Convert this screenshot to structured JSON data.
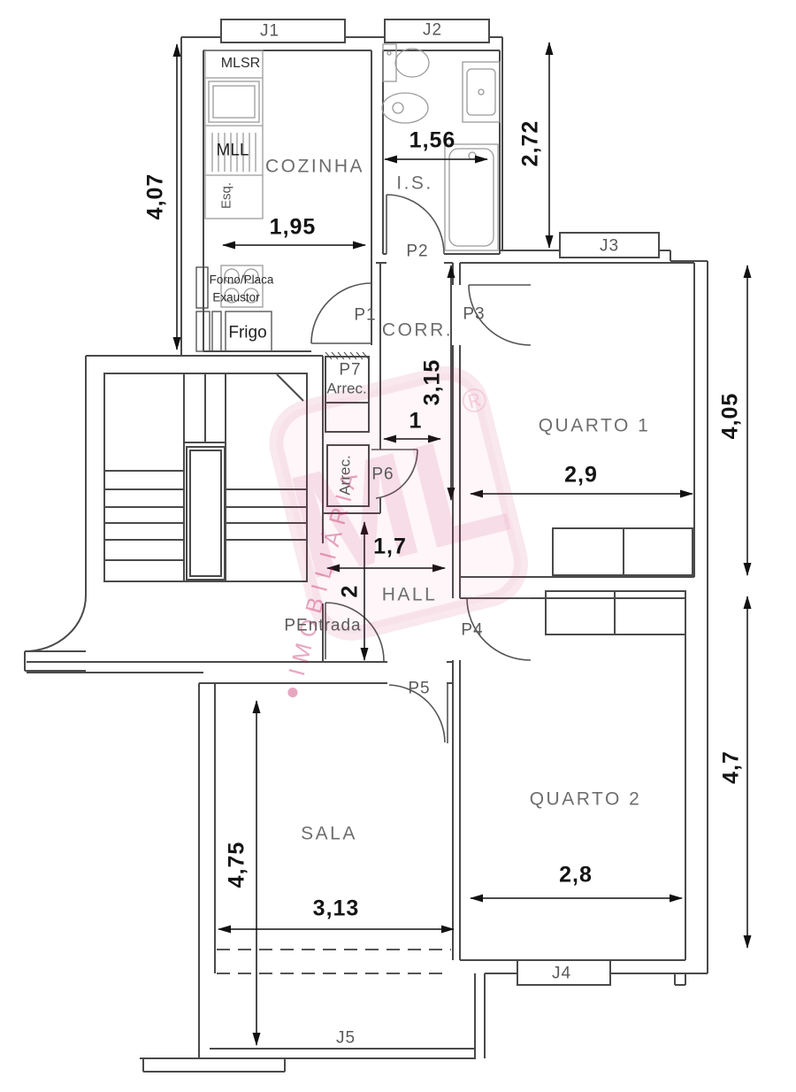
{
  "title": "Apartment floor plan",
  "labels": {
    "rooms": {
      "cozinha": "COZINHA",
      "is": "I.S.",
      "corr": "CORR.",
      "quarto1": "QUARTO  1",
      "hall": "HALL",
      "quarto2": "QUARTO  2",
      "sala": "SALA"
    },
    "windows": {
      "j1": "J1",
      "j2": "J2",
      "j3": "J3",
      "j4": "J4",
      "j5": "J5"
    },
    "doors": {
      "p1": "P1",
      "p2": "P2",
      "p3": "P3",
      "p4": "P4",
      "p5": "P5",
      "p6": "P6",
      "p7": "P7",
      "pentrada": "PEntrada"
    },
    "storage": {
      "arrec_p7": "Arrec.",
      "arrec_p6": "Arrec."
    },
    "kitchen": {
      "mlsr": "MLSR",
      "mll": "MLL",
      "esq": "Esq.",
      "forno": "Forno/Placa",
      "exaustor": "Exaustor",
      "frigo": "Frigo"
    },
    "dims": {
      "d407": "4,07",
      "d195": "1,95",
      "d156": "1,56",
      "d272": "2,72",
      "d315": "3,15",
      "d1": "1",
      "d29": "2,9",
      "d405": "4,05",
      "d17": "1,7",
      "d2": "2",
      "d475": "4,75",
      "d313": "3,13",
      "d28": "2,8",
      "d47": "4,7"
    }
  },
  "watermark": {
    "monogram": "ML",
    "registered": "®",
    "bullet": "●",
    "brand": "IMOBILIÁRIA",
    "color": "#c2185b"
  },
  "colors": {
    "wall": "#4a4a4a",
    "fixture": "#999999",
    "dimension": "#111111",
    "room_label": "#6e6e6e"
  }
}
